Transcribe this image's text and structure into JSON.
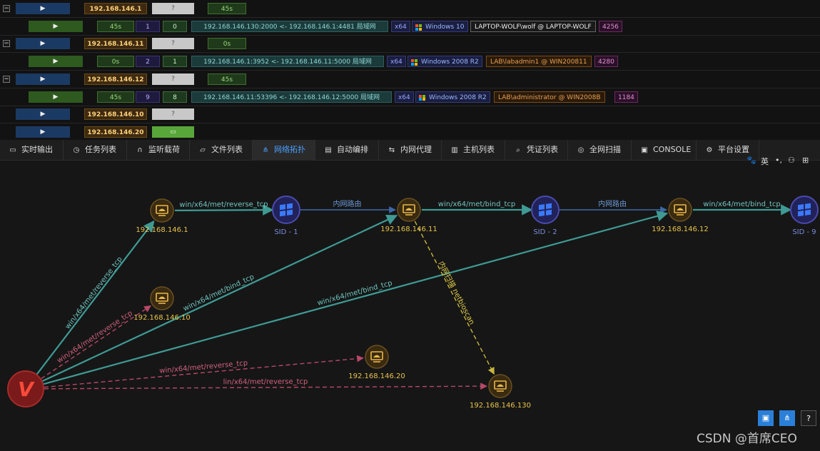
{
  "sessions": [
    {
      "type": "host",
      "ip": "192.168.146.1",
      "status": "?",
      "heartbeat": "45s"
    },
    {
      "type": "session",
      "heartbeat": "45s",
      "n1": "1",
      "n2": "0",
      "route": "192.168.146.130:2000 <- 192.168.146.1:4481 局域网",
      "arch": "x64",
      "os": "Windows 10",
      "user": "LAPTOP-WOLF\\wolf @ LAPTOP-WOLF",
      "pid": "4256"
    },
    {
      "type": "host",
      "ip": "192.168.146.11",
      "status": "?",
      "heartbeat": "0s"
    },
    {
      "type": "session",
      "heartbeat": "0s",
      "n1": "2",
      "n2": "1",
      "route": "192.168.146.1:3952 <- 192.168.146.11:5000 局域网",
      "arch": "x64",
      "os": "Windows 2008 R2",
      "user": "LAB\\labadmin1 @ WIN200811",
      "pid": "4280"
    },
    {
      "type": "host",
      "ip": "192.168.146.12",
      "status": "?",
      "heartbeat": "45s"
    },
    {
      "type": "session",
      "heartbeat": "45s",
      "n1": "9",
      "n2": "8",
      "route": "192.168.146.11:53396 <- 192.168.146.12:5000 局域网",
      "arch": "x64",
      "os": "Windows 2008 R2",
      "user": "LAB\\administrator @ WIN2008B",
      "pid": "1184"
    },
    {
      "type": "host",
      "ip": "192.168.146.10",
      "status": "?"
    },
    {
      "type": "host",
      "ip": "192.168.146.20",
      "status": "monitor"
    }
  ],
  "table": {
    "expand_symbol": "−",
    "play_symbol": "▶"
  },
  "tabs": [
    {
      "icon": "▭",
      "label": "实时输出"
    },
    {
      "icon": "◷",
      "label": "任务列表"
    },
    {
      "icon": "∩",
      "label": "监听载荷"
    },
    {
      "icon": "▱",
      "label": "文件列表"
    },
    {
      "icon": "⋔",
      "label": "网络拓扑"
    },
    {
      "icon": "▤",
      "label": "自动编排"
    },
    {
      "icon": "⇆",
      "label": "内网代理"
    },
    {
      "icon": "▥",
      "label": "主机列表"
    },
    {
      "icon": "⌕",
      "label": "凭证列表"
    },
    {
      "icon": "◎",
      "label": "全网扫描"
    },
    {
      "icon": "▣",
      "label": "CONSOLE"
    },
    {
      "icon": "⚙",
      "label": "平台设置"
    }
  ],
  "topology": {
    "root_label": "V",
    "nodes": [
      {
        "id": "h1",
        "kind": "host",
        "label": "192.168.146.1"
      },
      {
        "id": "s1",
        "kind": "session",
        "label": "SID - 1"
      },
      {
        "id": "h11",
        "kind": "host",
        "label": "192.168.146.11"
      },
      {
        "id": "s2",
        "kind": "session",
        "label": "SID - 2"
      },
      {
        "id": "h12",
        "kind": "host",
        "label": "192.168.146.12"
      },
      {
        "id": "s9",
        "kind": "session",
        "label": "SID - 9"
      },
      {
        "id": "h10",
        "kind": "host",
        "label": "192.168.146.10"
      },
      {
        "id": "h20",
        "kind": "host",
        "label": "192.168.146.20"
      },
      {
        "id": "h130",
        "kind": "host",
        "label": "192.168.146.130"
      }
    ],
    "edges": [
      {
        "from": "root",
        "to": "h1",
        "label": "win/x64/met/reverse_tcp",
        "style": "solid"
      },
      {
        "from": "h1",
        "to": "s1",
        "label": "win/x64/met/reverse_tcp",
        "style": "solid"
      },
      {
        "from": "s1",
        "to": "h11",
        "label": "内网路由",
        "style": "route"
      },
      {
        "from": "root",
        "to": "h11",
        "label": "win/x64/met/bind_tcp",
        "style": "solid"
      },
      {
        "from": "h11",
        "to": "s2",
        "label": "win/x64/met/bind_tcp",
        "style": "solid"
      },
      {
        "from": "s2",
        "to": "h12",
        "label": "内网路由",
        "style": "route"
      },
      {
        "from": "root",
        "to": "h12",
        "label": "win/x64/met/bind_tcp",
        "style": "solid"
      },
      {
        "from": "h12",
        "to": "s9",
        "label": "win/x64/met/bind_tcp",
        "style": "solid"
      },
      {
        "from": "root",
        "to": "h10",
        "label": "win/x64/met/reverse_tcp",
        "style": "dashed"
      },
      {
        "from": "root",
        "to": "h20",
        "label": "win/x64/met/reverse_tcp",
        "style": "dashed"
      },
      {
        "from": "root",
        "to": "h130",
        "label": "lin/x64/met/reverse_tcp",
        "style": "dashed"
      },
      {
        "from": "h11",
        "to": "h130",
        "label": "内网扫描  netbioscan",
        "style": "scan"
      }
    ]
  },
  "ime": {
    "paw": "🐾",
    "lang": "英",
    "punct": "•,",
    "user": "⚇",
    "grid": "⊞"
  },
  "controls": {
    "terminal": "▣",
    "topology": "⋔",
    "help": "?"
  },
  "watermark": "CSDN @首席CEO",
  "colors": {
    "solid": "#3f9a94",
    "dashed": "#b84868",
    "route": "#3d6aa6",
    "scan": "#c8b43c",
    "host": "#e8b84a",
    "session": "#3c3c9a"
  }
}
